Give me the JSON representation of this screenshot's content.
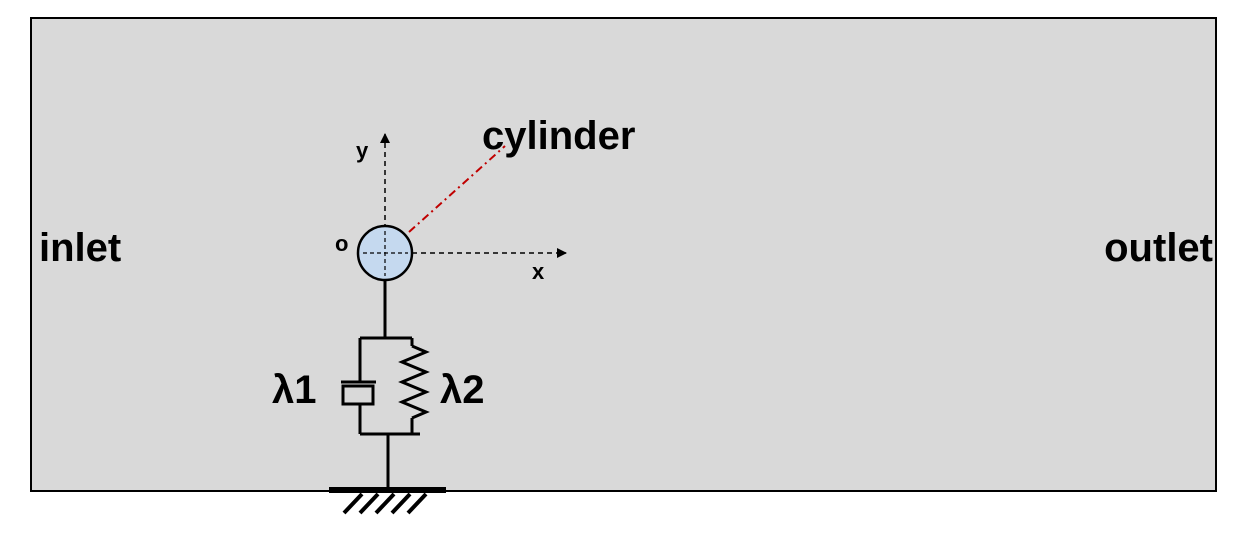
{
  "labels": {
    "inlet": "inlet",
    "outlet": "outlet",
    "cylinder": "cylinder",
    "axis_x": "x",
    "axis_y": "y",
    "origin": "o",
    "lambda1": "λ1",
    "lambda2": "λ2"
  },
  "colors": {
    "domain_fill": "#d9d9d9",
    "domain_border": "#000000",
    "cylinder_fill": "#c5d9ef",
    "leader_line": "#c00000",
    "lines": "#000000"
  }
}
